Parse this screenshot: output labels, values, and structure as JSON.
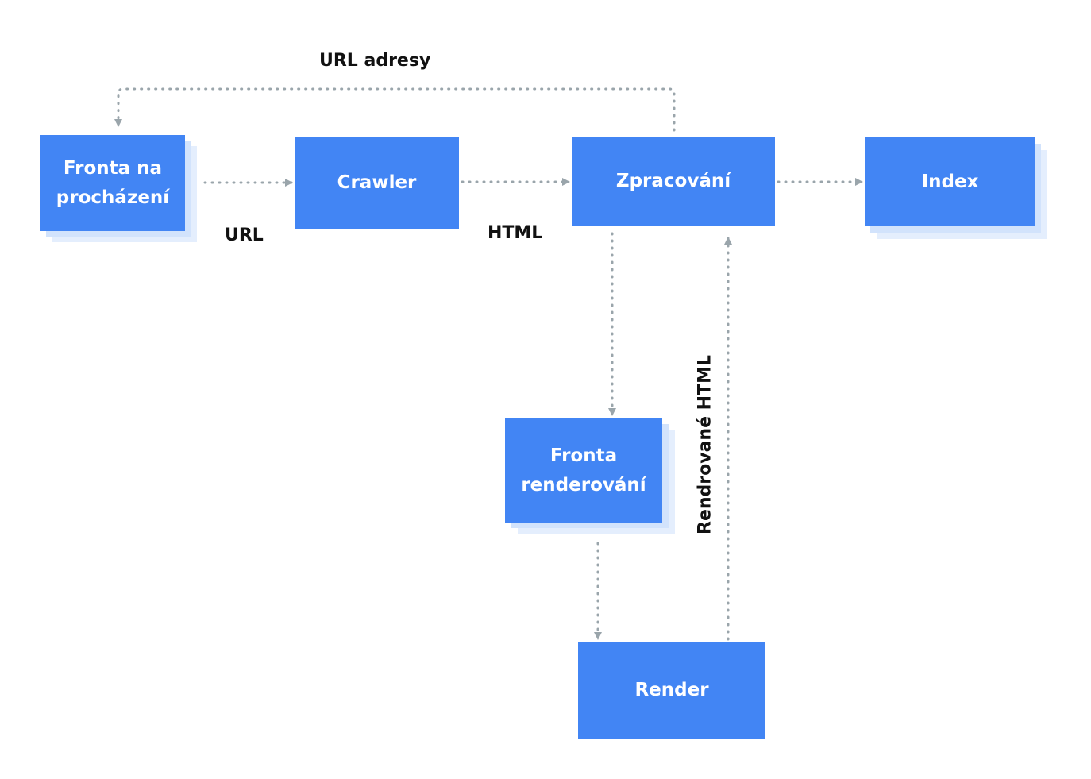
{
  "diagram": {
    "colors": {
      "node": "#4285f4",
      "node_text": "#ffffff",
      "node_shadow": "#d2e3fc",
      "connector": "#9aa5ab",
      "label_text": "#111111"
    },
    "nodes": {
      "crawl_queue": {
        "label": "Fronta na\nprocházení"
      },
      "crawler": {
        "label": "Crawler"
      },
      "processing": {
        "label": "Zpracování"
      },
      "index": {
        "label": "Index"
      },
      "render_queue": {
        "label": "Fronta\nrenderování"
      },
      "render": {
        "label": "Render"
      }
    },
    "edges": {
      "url_addresses": "URL adresy",
      "url": "URL",
      "html": "HTML",
      "rendered_html": "Rendrované HTML"
    }
  }
}
